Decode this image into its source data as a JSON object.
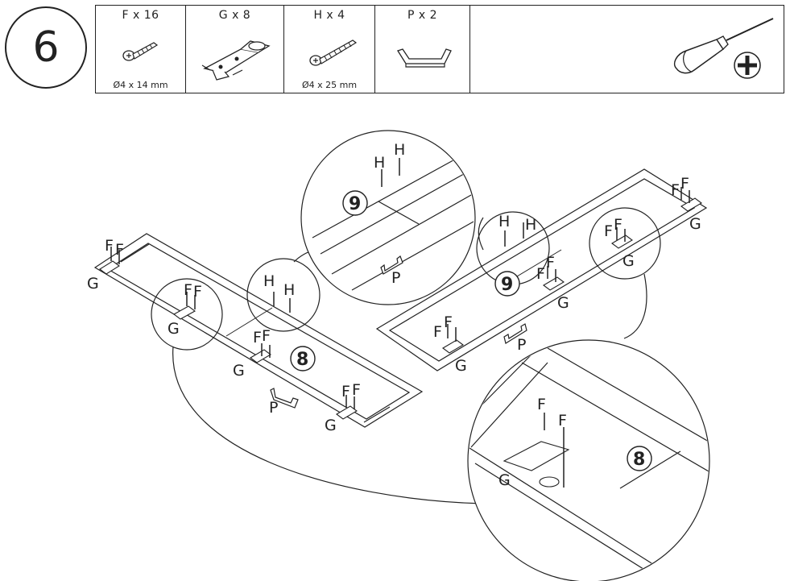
{
  "step_number": "6",
  "parts": [
    {
      "qty_label": "F x 16",
      "dimension": "Ø4 x 14 mm",
      "icon": "short-screw-icon"
    },
    {
      "qty_label": "G x 8",
      "dimension": "",
      "icon": "hinge-icon"
    },
    {
      "qty_label": "H x 4",
      "dimension": "Ø4 x 25 mm",
      "icon": "long-screw-icon"
    },
    {
      "qty_label": "P x 2",
      "dimension": "",
      "icon": "handle-icon"
    }
  ],
  "tool": "phillips-screwdriver-icon",
  "labels": {
    "F": "F",
    "G": "G",
    "H": "H",
    "P": "P"
  },
  "door_numbers": {
    "left": "8",
    "right": "9"
  }
}
